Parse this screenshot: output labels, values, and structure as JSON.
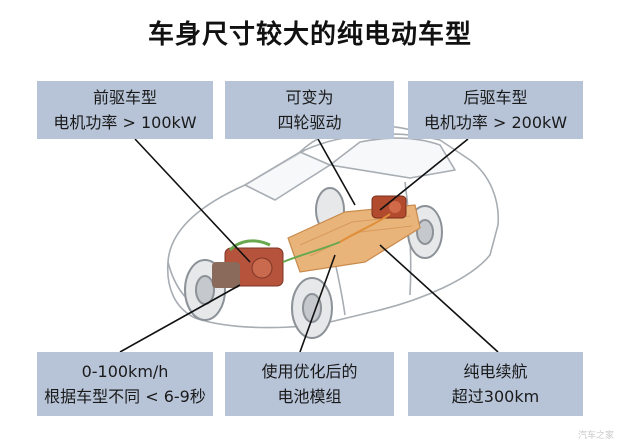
{
  "title": "车身尺寸较大的纯电动车型",
  "callouts": {
    "front_drive": {
      "line1": "前驱车型",
      "line2": "电机功率 > 100kW"
    },
    "awd": {
      "line1": "可变为",
      "line2": "四轮驱动"
    },
    "rear_drive": {
      "line1": "后驱车型",
      "line2": "电机功率 > 200kW"
    },
    "acceleration": {
      "line1": "0-100km/h",
      "line2": "根据车型不同 < 6-9秒"
    },
    "battery": {
      "line1": "使用优化后的",
      "line2": "电池模组"
    },
    "range": {
      "line1": "纯电续航",
      "line2": "超过300km"
    }
  },
  "watermark": "汽车之家",
  "colors": {
    "box_fill": "#b7c4d8",
    "battery": "#e9b47a",
    "front_motor": "#b5533c",
    "rear_motor": "#b24a2e",
    "car_outline": "#9aa0a6"
  }
}
